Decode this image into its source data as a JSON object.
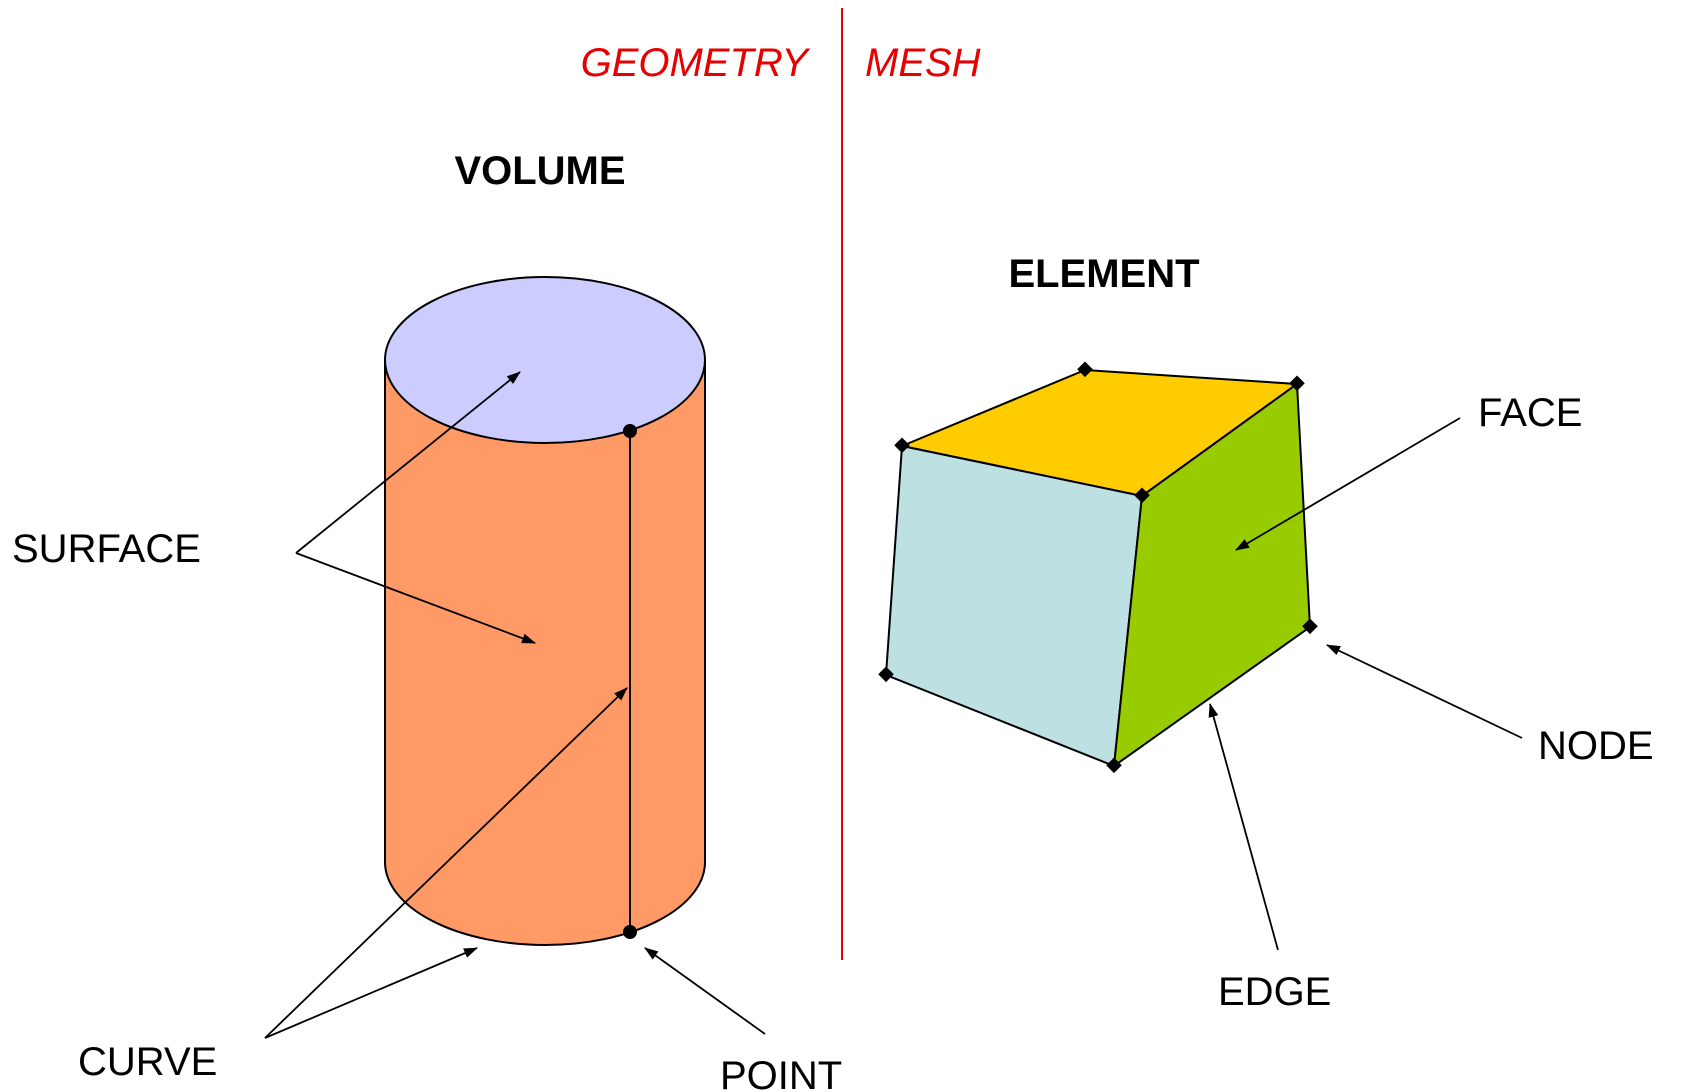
{
  "headings": {
    "geometry": "GEOMETRY",
    "mesh": "MESH",
    "volume": "VOLUME",
    "element": "ELEMENT"
  },
  "labels": {
    "surface": "SURFACE",
    "curve": "CURVE",
    "point": "POINT",
    "face": "FACE",
    "node": "NODE",
    "edge": "EDGE"
  },
  "colors": {
    "divider": "#e60000",
    "heading_red": "#e60000",
    "cylinder_body": "#ff9966",
    "cylinder_top": "#ccccff",
    "cube_top": "#ffcc00",
    "cube_front": "#bde0e3",
    "cube_side": "#99cc00"
  }
}
